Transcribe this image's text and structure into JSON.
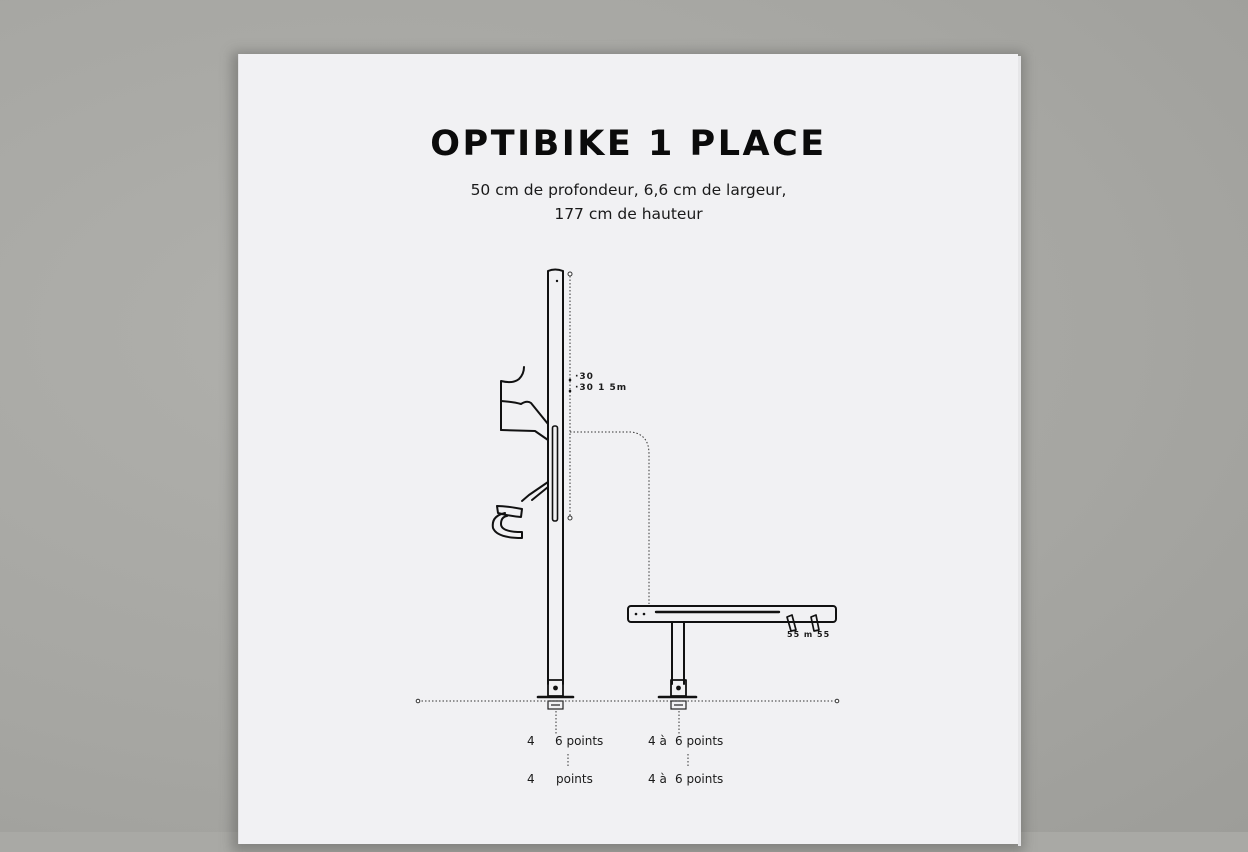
{
  "scene": {
    "description": "Photo of a printed brochure page pinned to a grey wall",
    "wall_color": "#a9a9a5",
    "paper_color": "#f1f1f3",
    "ink_color": "#0b0b0b"
  },
  "page": {
    "title": "OPTIBIKE 1 PLACE",
    "subtitle_line1": "50 cm de profondeur, 6,6 cm de largeur,",
    "subtitle_line2": "177 cm de hauteur"
  },
  "diagram": {
    "pole_annotation_line1": "·30",
    "pole_annotation_line2": "·30 1 5m",
    "bench_annotation": "55 m 55",
    "labels": {
      "pole_row1_a": "4",
      "pole_row1_b": "6 points",
      "bench_row1_a": "4 à",
      "bench_row1_b": "6 points",
      "pole_row2_a": "4",
      "pole_row2_b": "points",
      "bench_row2_a": "4 à",
      "bench_row2_b": "6 points"
    }
  }
}
